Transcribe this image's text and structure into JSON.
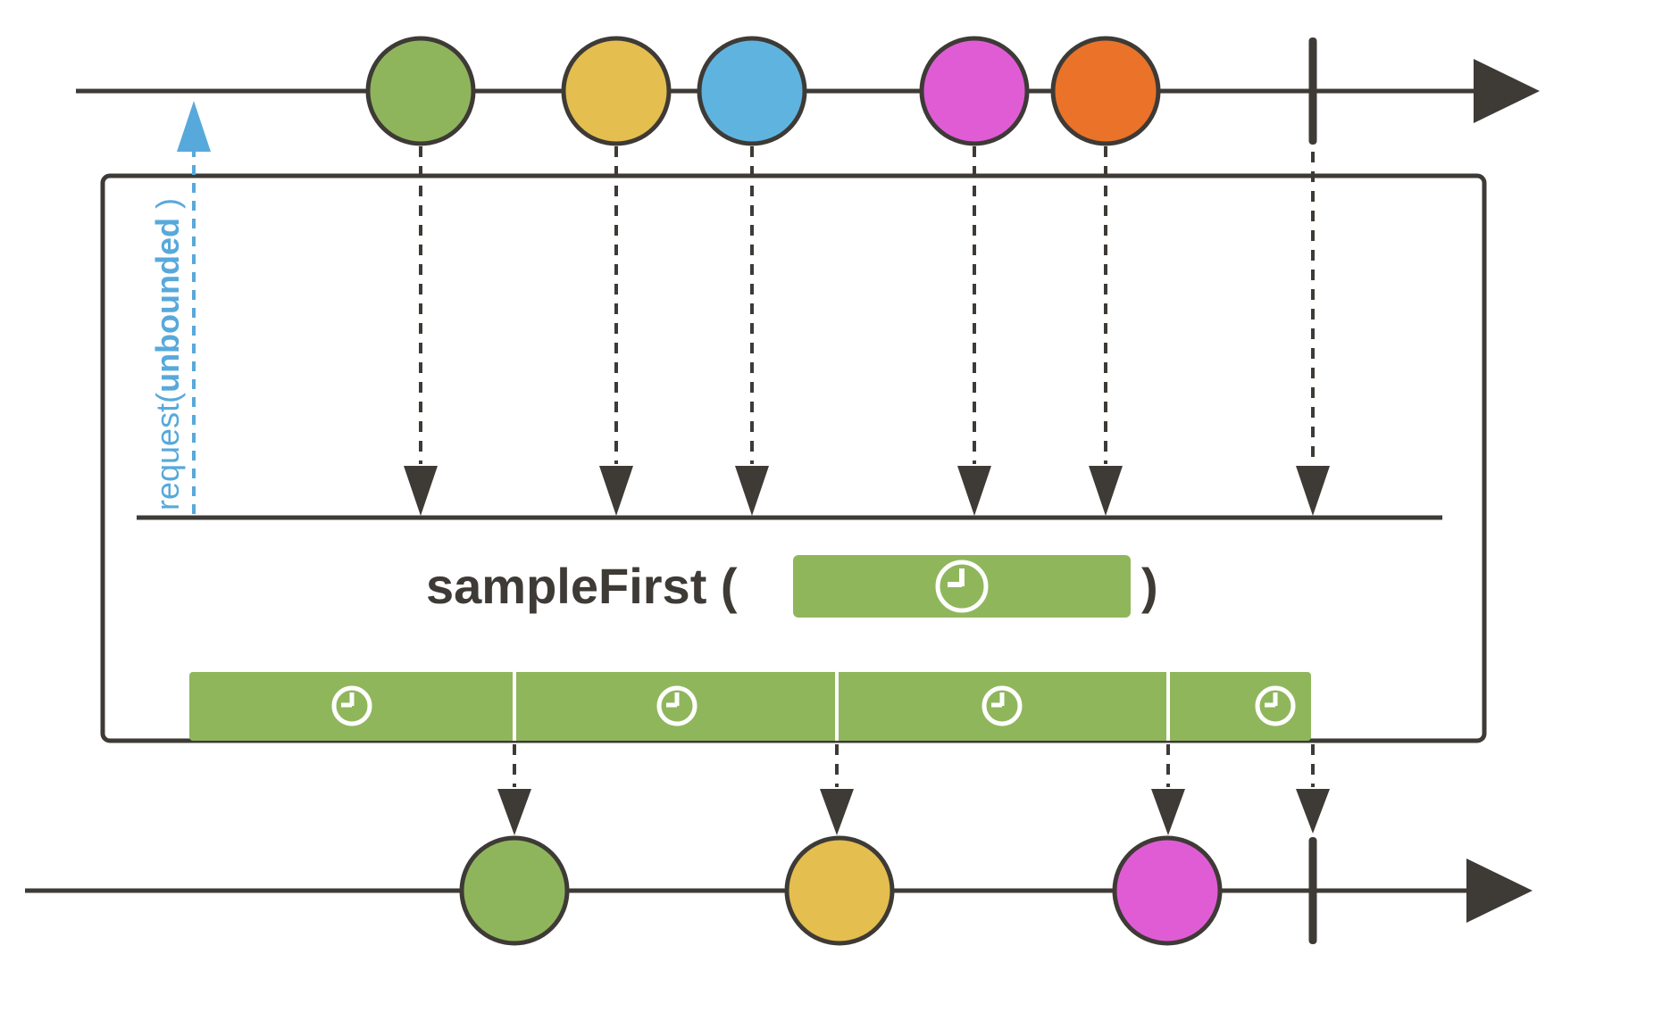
{
  "operator": {
    "name": "sampleFirst",
    "label_left": "sampleFirst (",
    "label_right": ")",
    "param_icon": "clock-icon"
  },
  "request": {
    "prefix": "request(",
    "emphasis": "unbounded",
    "suffix": " )"
  },
  "colors": {
    "ink": "#3E3A36",
    "request_blue": "#58A9DB",
    "sampler_green": "#90B65C",
    "white": "#FFFFFF"
  },
  "input_stream": {
    "marbles": [
      {
        "name": "green",
        "color": "#8FB55C"
      },
      {
        "name": "yellow",
        "color": "#E4BE4E"
      },
      {
        "name": "blue",
        "color": "#5FB4DF"
      },
      {
        "name": "magenta",
        "color": "#E05CD5"
      },
      {
        "name": "orange",
        "color": "#EA7329"
      }
    ],
    "terminal": "complete"
  },
  "sampler": {
    "window_count": 4,
    "window_icon": "clock-icon",
    "color": "#90B65C"
  },
  "output_stream": {
    "marbles": [
      {
        "name": "green",
        "color": "#8FB55C"
      },
      {
        "name": "yellow",
        "color": "#E4BE4E"
      },
      {
        "name": "magenta",
        "color": "#E05CD5"
      }
    ],
    "terminal": "complete"
  }
}
